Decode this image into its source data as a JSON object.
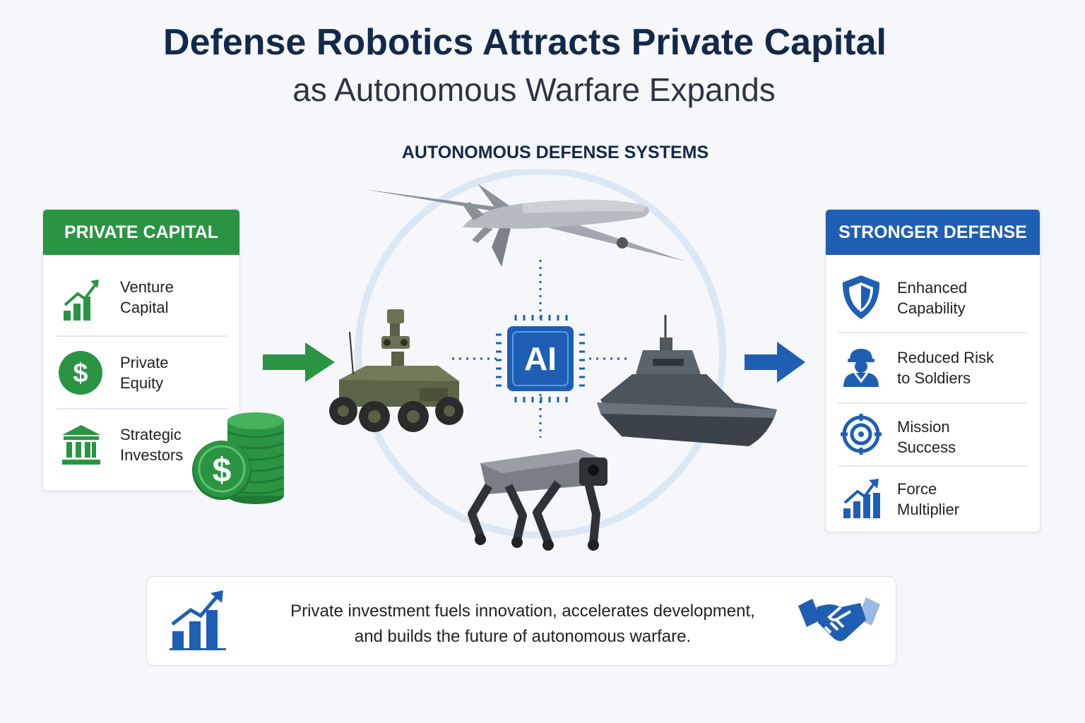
{
  "header": {
    "title": "Defense Robotics Attracts Private Capital",
    "subtitle": "as Autonomous Warfare Expands"
  },
  "center": {
    "heading": "AUTONOMOUS DEFENSE SYSTEMS",
    "chip_label": "AI"
  },
  "left_panel": {
    "title": "PRIVATE CAPITAL",
    "items": [
      {
        "line1": "Venture",
        "line2": "Capital",
        "icon": "growth-chart-icon"
      },
      {
        "line1": "Private",
        "line2": "Equity",
        "icon": "dollar-circle-icon"
      },
      {
        "line1": "Strategic",
        "line2": "Investors",
        "icon": "bank-icon"
      }
    ],
    "coin_symbol": "$"
  },
  "right_panel": {
    "title": "STRONGER DEFENSE",
    "items": [
      {
        "line1": "Enhanced",
        "line2": "Capability",
        "icon": "shield-icon"
      },
      {
        "line1": "Reduced Risk",
        "line2": "to Soldiers",
        "icon": "soldier-icon"
      },
      {
        "line1": "Mission",
        "line2": "Success",
        "icon": "target-icon"
      },
      {
        "line1": "Force",
        "line2": "Multiplier",
        "icon": "growth-chart-icon"
      }
    ]
  },
  "footer": {
    "line1": "Private investment fuels innovation, accelerates development,",
    "line2": "and builds the future of autonomous warfare."
  },
  "colors": {
    "green": "#2b9443",
    "blue": "#1e5fb3",
    "navy": "#13294b"
  }
}
